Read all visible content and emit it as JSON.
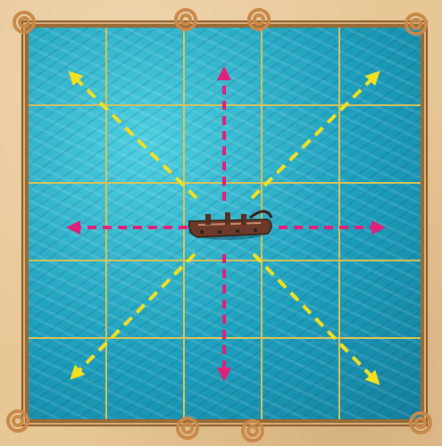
{
  "board": {
    "rows": 5,
    "cols": 5,
    "water_color": "#1d9fbd",
    "grid_color": "#d8c25a",
    "frame_color": "#9a6a35"
  },
  "unit": {
    "name": "ship-token",
    "label": "",
    "position": {
      "row": 3,
      "col": 3
    }
  },
  "move_arrows": {
    "orthogonal_color": "#e0207a",
    "diagonal_color": "#f5e020",
    "directions": [
      "up",
      "down",
      "left",
      "right",
      "up-left",
      "up-right",
      "down-left",
      "down-right"
    ]
  },
  "icons": {
    "corner_ornament": "rope-knot-icon",
    "unit": "pirate-ship-icon"
  }
}
